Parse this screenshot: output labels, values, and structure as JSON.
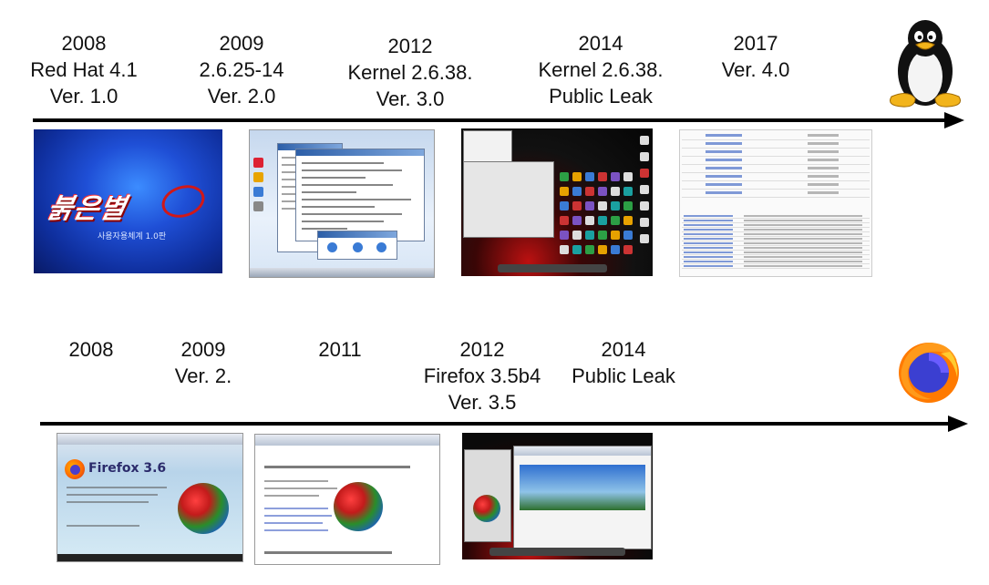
{
  "linux_timeline": [
    {
      "lines": [
        "2008",
        "Red Hat 4.1",
        "Ver. 1.0"
      ]
    },
    {
      "lines": [
        "2009",
        "2.6.25-14",
        "Ver. 2.0"
      ]
    },
    {
      "lines": [
        "2012",
        "Kernel 2.6.38.",
        "Ver. 3.0"
      ]
    },
    {
      "lines": [
        "2014",
        "Kernel 2.6.38.",
        "Public Leak"
      ]
    },
    {
      "lines": [
        "2017",
        "",
        "Ver. 4.0"
      ]
    }
  ],
  "firefox_timeline": [
    {
      "lines": [
        "2008",
        "",
        ""
      ]
    },
    {
      "lines": [
        "2009",
        "",
        "Ver. 2."
      ]
    },
    {
      "lines": [
        "2011",
        "",
        ""
      ]
    },
    {
      "lines": [
        "2012",
        "Firefox 3.5b4",
        "Ver. 3.5"
      ]
    },
    {
      "lines": [
        "2014",
        "",
        "Public Leak"
      ]
    }
  ],
  "icons": {
    "linux": "tux-penguin-icon",
    "firefox": "firefox-logo-icon"
  },
  "thumbs": {
    "firefox_version_text": "Firefox 3.6"
  },
  "colors": {
    "arrow": "#000000",
    "firefox_orange": "#ff7a00",
    "firefox_blue": "#3b3fd1",
    "splash_blue": "#1f4fd6"
  }
}
